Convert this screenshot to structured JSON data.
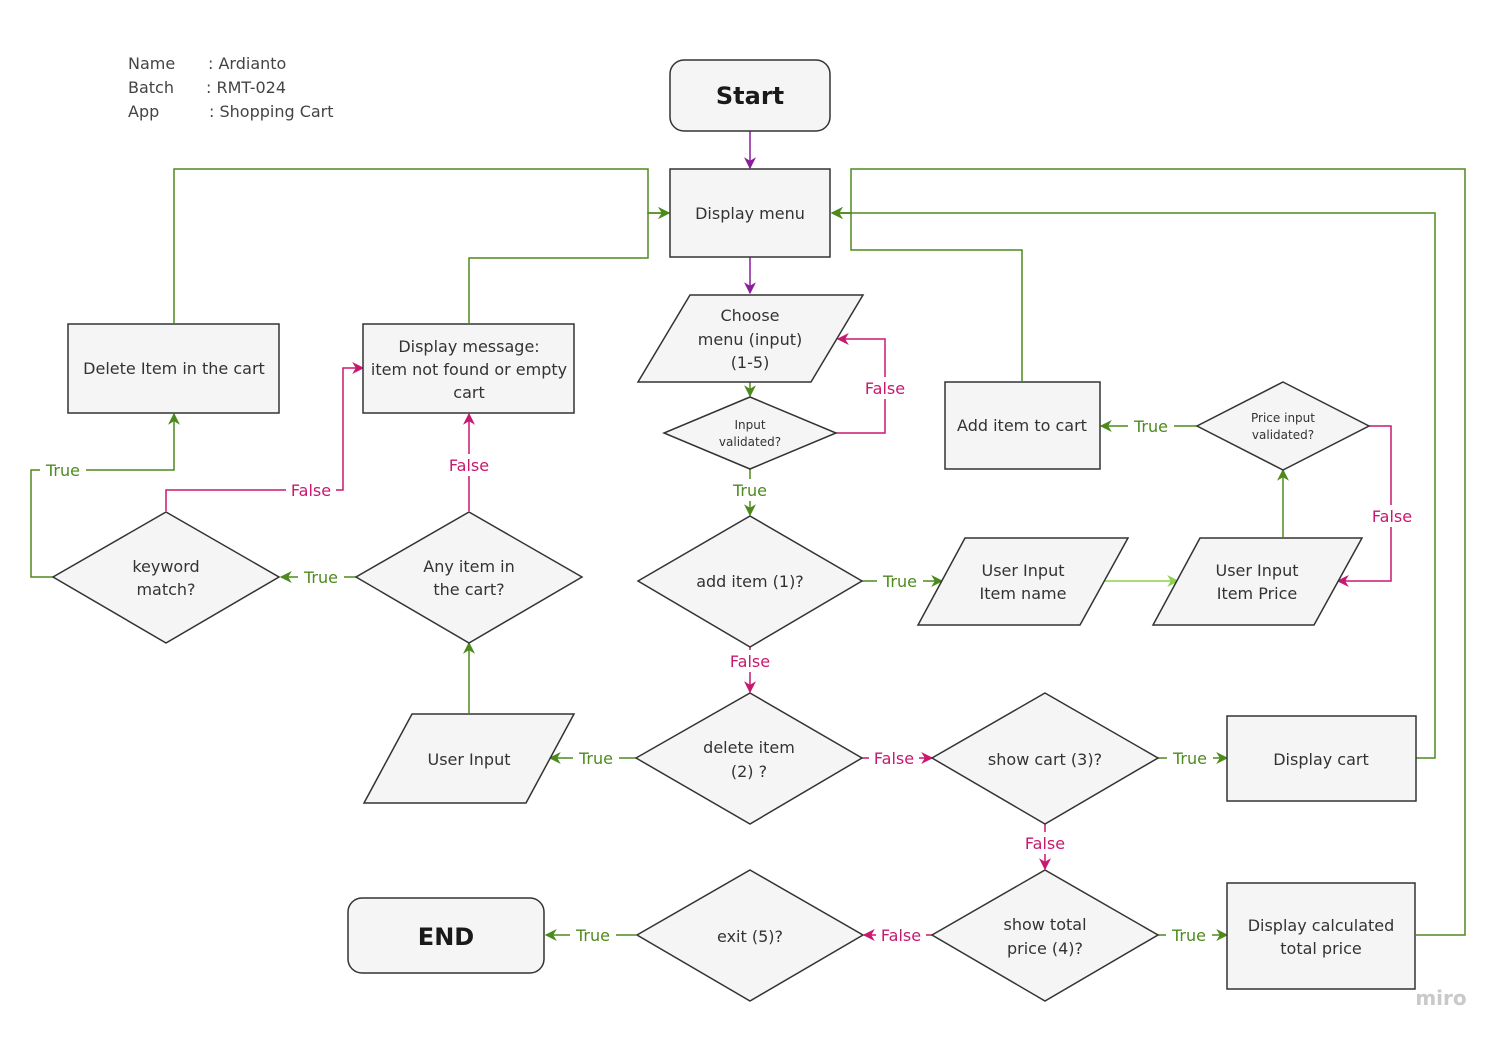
{
  "header": {
    "rows": [
      {
        "key": "Name",
        "value": ": Ardianto"
      },
      {
        "key": "Batch",
        "value": ": RMT-024"
      },
      {
        "key": "App",
        "value": ": Shopping Cart"
      }
    ]
  },
  "watermark": "miro",
  "colors": {
    "true_edge": "#4d8a1e",
    "false_edge": "#c8186f",
    "flow_edge": "#8a1e9a",
    "light_edge": "#8fd14f",
    "node_fill": "#f5f5f5",
    "node_stroke": "#333333"
  },
  "nodes": {
    "start": [
      "Start"
    ],
    "display_menu": [
      "Display menu"
    ],
    "choose_menu": [
      "Choose",
      "menu (input)",
      "(1-5)"
    ],
    "input_validated": [
      "Input",
      "validated?"
    ],
    "add_item": [
      "add item (1)?"
    ],
    "user_input_name": [
      "User Input",
      "Item name"
    ],
    "user_input_price": [
      "User Input",
      "Item Price"
    ],
    "price_validated": [
      "Price input",
      "validated?"
    ],
    "add_to_cart": [
      "Add item to cart"
    ],
    "delete_item": [
      "delete item",
      "(2) ?"
    ],
    "user_input": [
      "User Input"
    ],
    "any_item": [
      "Any item in",
      "the cart?"
    ],
    "keyword_match": [
      "keyword",
      "match?"
    ],
    "delete_in_cart": [
      "Delete Item in the cart"
    ],
    "display_message": [
      "Display message:",
      "item not found or empty",
      "cart"
    ],
    "show_cart": [
      "show cart (3)?"
    ],
    "display_cart": [
      "Display  cart"
    ],
    "show_total": [
      "show total",
      "price (4)?"
    ],
    "display_total": [
      "Display calculated",
      "total price"
    ],
    "exit": [
      "exit (5)?"
    ],
    "end": [
      "END"
    ]
  },
  "edge_labels": {
    "true": "True",
    "false": "False"
  }
}
